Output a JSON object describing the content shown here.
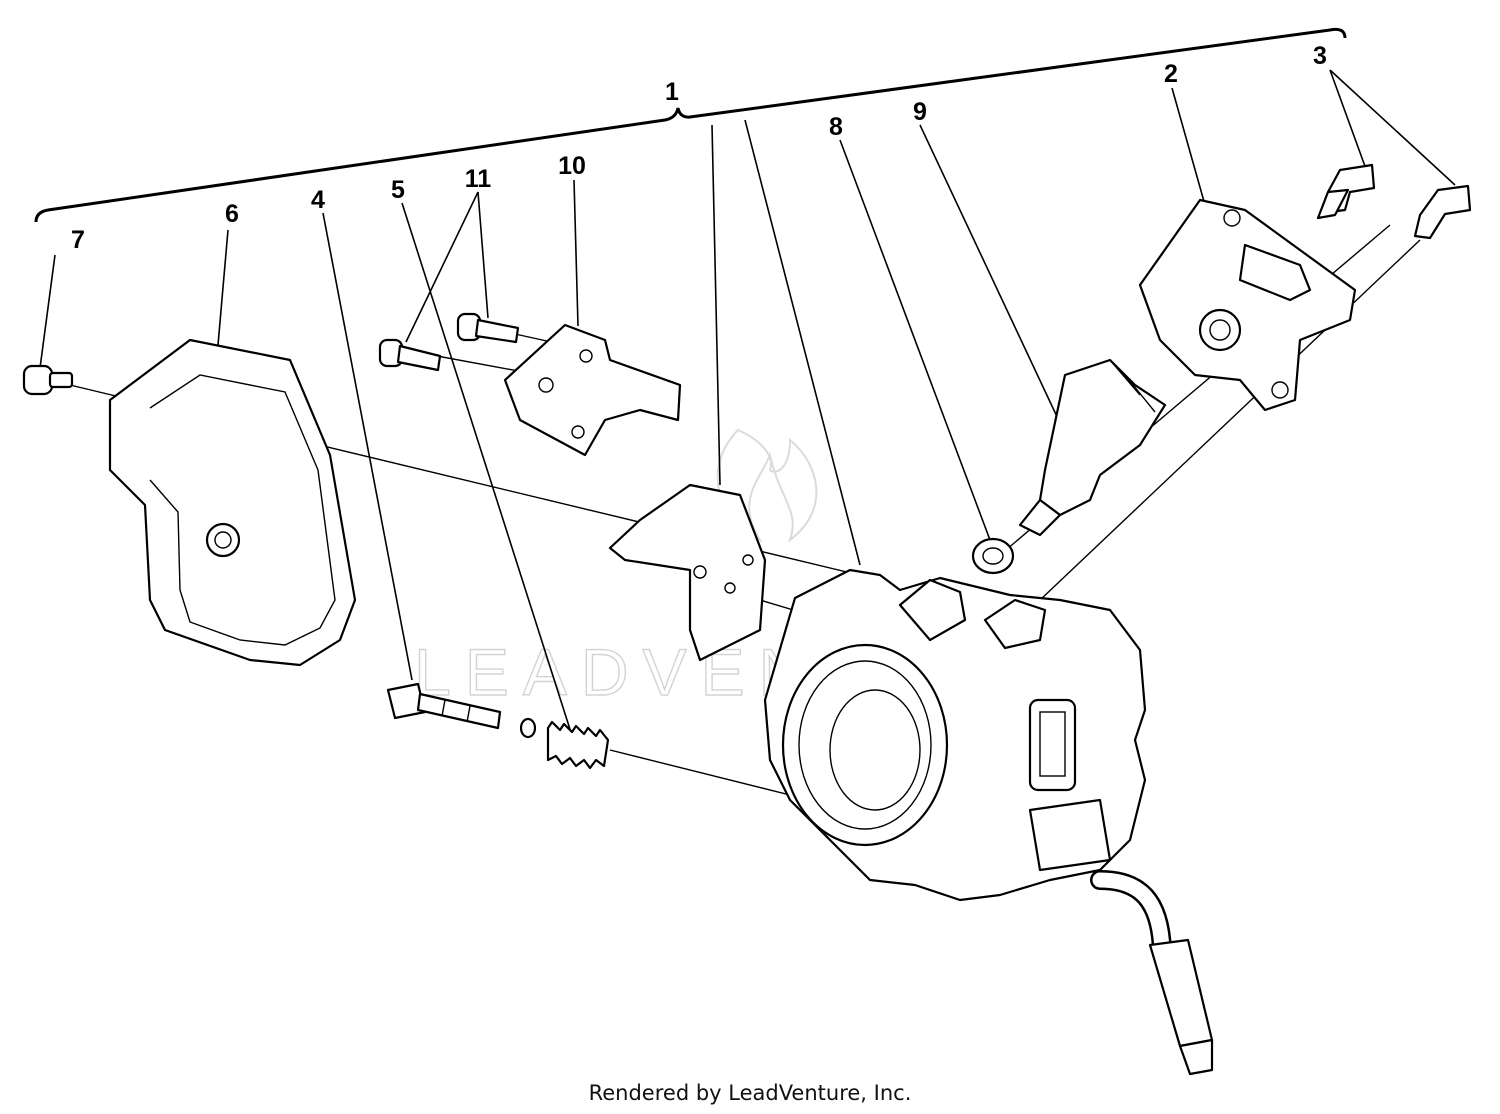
{
  "diagram": {
    "callouts": [
      {
        "id": "1",
        "label": "1"
      },
      {
        "id": "2",
        "label": "2"
      },
      {
        "id": "3",
        "label": "3"
      },
      {
        "id": "4",
        "label": "4"
      },
      {
        "id": "5",
        "label": "5"
      },
      {
        "id": "6",
        "label": "6"
      },
      {
        "id": "7",
        "label": "7"
      },
      {
        "id": "8",
        "label": "8"
      },
      {
        "id": "9",
        "label": "9"
      },
      {
        "id": "10",
        "label": "10"
      },
      {
        "id": "11",
        "label": "11"
      }
    ],
    "watermark": "LEADVENTURE",
    "footer": "Rendered by LeadVenture, Inc."
  }
}
